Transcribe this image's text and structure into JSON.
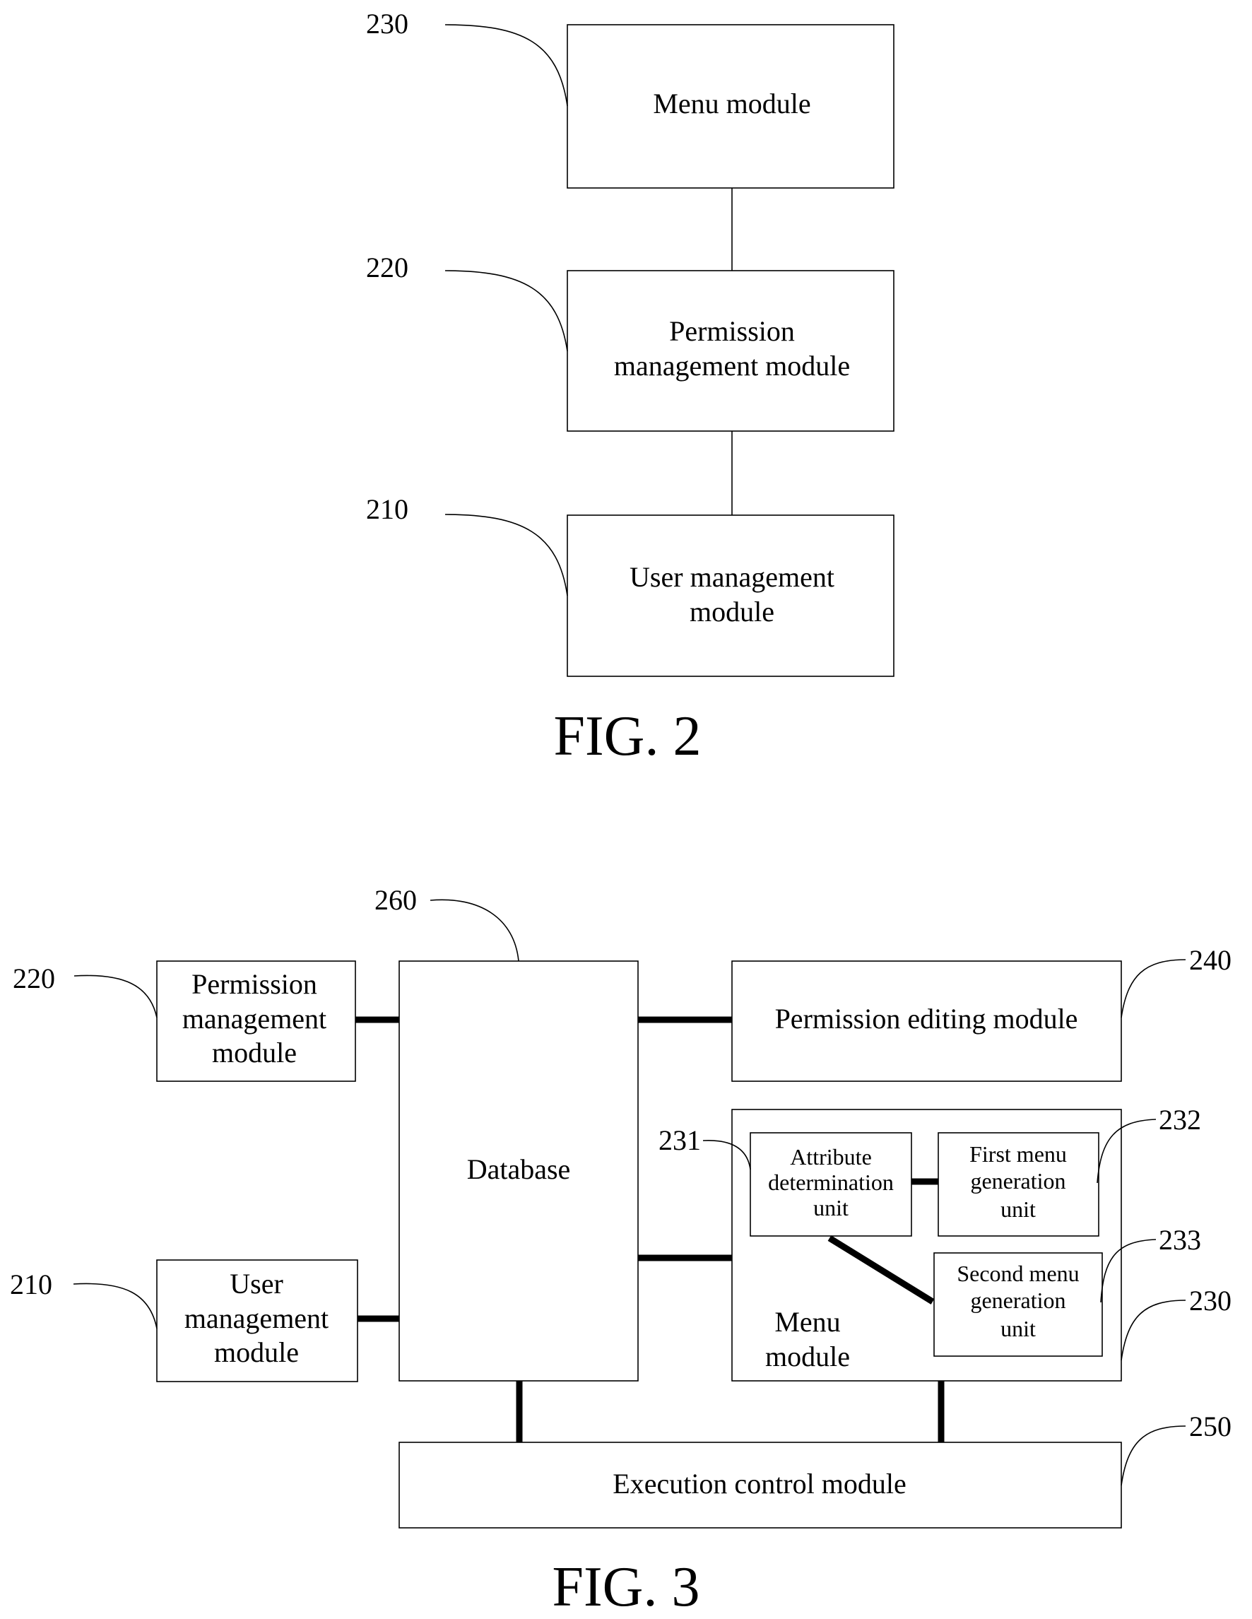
{
  "fig2": {
    "caption": "FIG. 2",
    "menu_module": {
      "ref": "230",
      "label": "Menu module"
    },
    "permission_management_module": {
      "ref": "220",
      "label_lines": [
        "Permission",
        "management module"
      ]
    },
    "user_management_module": {
      "ref": "210",
      "label_lines": [
        "User management",
        "module"
      ]
    }
  },
  "fig3": {
    "caption": "FIG. 3",
    "database": {
      "ref": "260",
      "label": "Database"
    },
    "permission_management_module": {
      "ref": "220",
      "label_lines": [
        "Permission",
        "management",
        "module"
      ]
    },
    "user_management_module": {
      "ref": "210",
      "label_lines": [
        "User",
        "management",
        "module"
      ]
    },
    "permission_editing_module": {
      "ref": "240",
      "label": "Permission editing module"
    },
    "menu_module": {
      "ref": "230",
      "label_lines": [
        "Menu",
        "module"
      ]
    },
    "attribute_determination_unit": {
      "ref": "231",
      "label_lines": [
        "Attribute",
        "determination",
        "unit"
      ]
    },
    "first_menu_generation_unit": {
      "ref": "232",
      "label_lines": [
        "First menu",
        "generation",
        "unit"
      ]
    },
    "second_menu_generation_unit": {
      "ref": "233",
      "label_lines": [
        "Second menu",
        "generation",
        "unit"
      ]
    },
    "execution_control_module": {
      "ref": "250",
      "label": "Execution control module"
    }
  }
}
